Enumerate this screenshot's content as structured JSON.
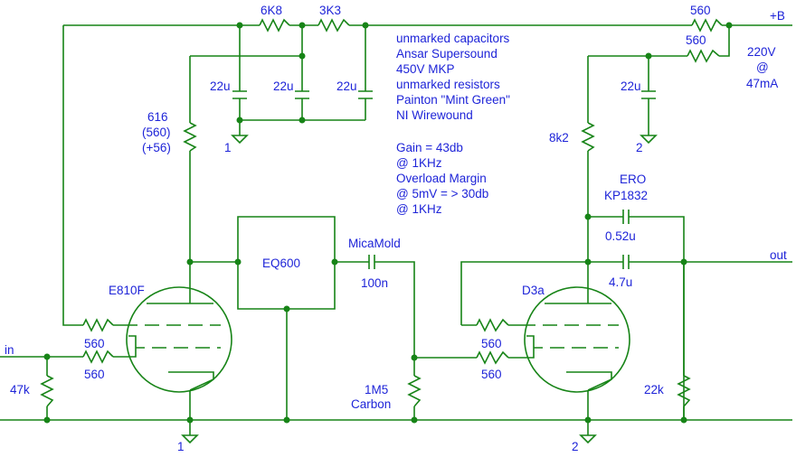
{
  "labels": {
    "r_6k8": "6K8",
    "r_3k3": "3K3",
    "r_560_top": "560",
    "r_560_second": "560",
    "plus_b": "+B",
    "supply_voltage": "220V",
    "supply_at": "@",
    "supply_current": "47mA",
    "cap_22u_a": "22u",
    "cap_22u_b": "22u",
    "cap_22u_c": "22u",
    "cap_22u_d": "22u",
    "ground_1_top": "1",
    "ground_2_top": "2",
    "ground_1_bottom": "1",
    "ground_2_bottom": "2",
    "r_616": "616",
    "r_616_alt1": "(560)",
    "r_616_alt2": "(+56)",
    "r_8k2": "8k2",
    "eq600": "EQ600",
    "micamold": "MicaMold",
    "c_100n": "100n",
    "ero": "ERO",
    "kp1832": "KP1832",
    "c_052u": "0.52u",
    "c_47u": "4.7u",
    "out": "out",
    "in": "in",
    "e810f": "E810F",
    "d3a": "D3a",
    "r_560_grid1": "560",
    "r_560_grid2": "560",
    "r_560_grid3": "560",
    "r_560_grid4": "560",
    "r_47k": "47k",
    "r_1m5": "1M5",
    "r_1m5_type": "Carbon",
    "r_22k": "22k"
  },
  "notes": [
    "unmarked capacitors",
    "Ansar Supersound",
    "450V MKP",
    "unmarked resistors",
    "Painton \"Mint Green\"",
    "NI Wirewound"
  ],
  "specs": [
    "Gain = 43db",
    "@ 1KHz",
    "Overload Margin",
    "@ 5mV = > 30db",
    "@ 1KHz"
  ],
  "colors": {
    "wire": "#178417",
    "text": "#1e24d8",
    "background": "#ffffff"
  }
}
